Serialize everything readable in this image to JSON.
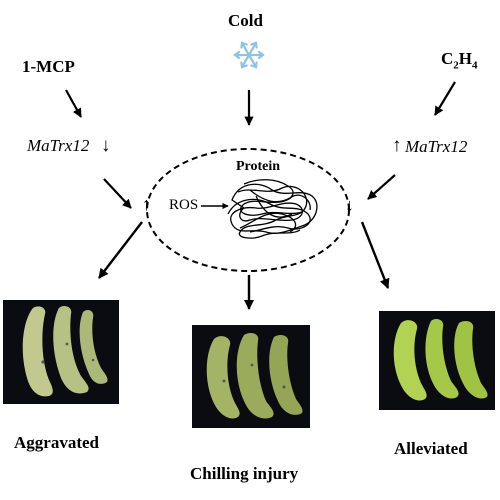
{
  "treatments": {
    "mcp": "1-MCP",
    "cold": "Cold",
    "ethylene": "C",
    "ethylene_sub1": "2",
    "ethylene_mid": "H",
    "ethylene_sub2": "4"
  },
  "gene": {
    "left": "MaTrx12",
    "right": "MaTrx12",
    "down_arrow": "↓",
    "up_arrow": "↑"
  },
  "center": {
    "protein": "Protein",
    "ros": "ROS"
  },
  "ros_marks": {
    "left_up": "↑",
    "right_down": "↓"
  },
  "outcomes": {
    "left": "Aggravated",
    "middle": "Chilling injury",
    "right": "Alleviated"
  },
  "icons": {
    "cold": "snowflake-icon",
    "protein": "tangled-protein-icon"
  },
  "colors": {
    "snowflake": "#8fc3e6",
    "banana_left": "#b9c48a",
    "banana_middle": "#9fb060",
    "banana_right": "#a9cc4c",
    "photo_background": "#0b0b12"
  }
}
